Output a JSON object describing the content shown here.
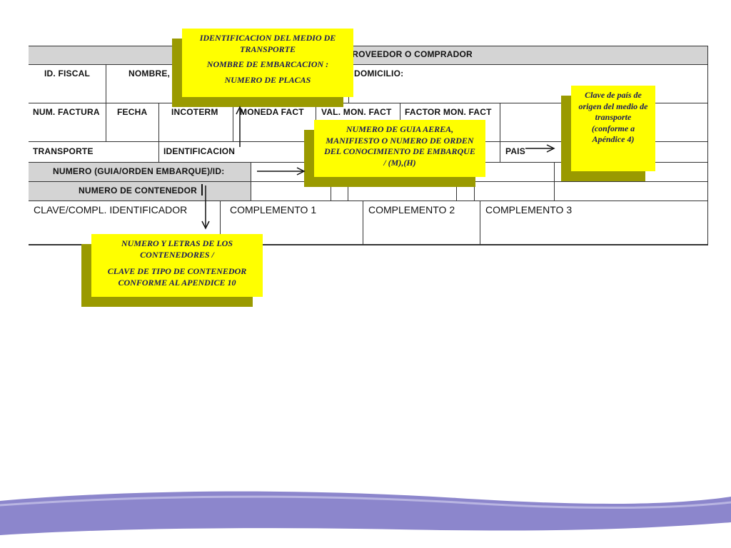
{
  "form": {
    "header_label": "PROVEEDOR O COMPRADOR",
    "row2": {
      "id_fiscal": "ID. FISCAL",
      "nombre": "NOMBRE, DENOMINACION O RAZON SOCIAL:",
      "domicilio": "DOMICILIO:"
    },
    "row3": {
      "num_factura": "NUM. FACTURA",
      "fecha": "FECHA",
      "incoterm": "INCOTERM",
      "moneda": "MONEDA FACT",
      "val_mon": "VAL. MON. FACT",
      "factor_mon": "FACTOR MON. FACT"
    },
    "row4": {
      "transporte": "TRANSPORTE",
      "identificacion": "IDENTIFICACION",
      "pais": "PAIS"
    },
    "row5": {
      "numero_guia": "NUMERO (GUIA/ORDEN EMBARQUE)/ID:"
    },
    "row6": {
      "numero_contenedor": "NUMERO DE CONTENEDOR"
    },
    "row7": {
      "clave": "CLAVE/COMPL. IDENTIFICADOR",
      "comp1": "COMPLEMENTO 1",
      "comp2": "COMPLEMENTO 2",
      "comp3": "COMPLEMENTO 3"
    }
  },
  "callouts": {
    "identificacion": {
      "line1": "IDENTIFICACION DEL MEDIO DE TRANSPORTE",
      "line2": "NOMBRE DE EMBARCACION :",
      "line3": "NUMERO DE PLACAS"
    },
    "guia": {
      "text": "NUMERO DE GUIA AEREA, MANIFIESTO O NUMERO DE ORDEN DEL CONOCIMIENTO DE EMBARQUE / (M),(H)"
    },
    "pais": {
      "text": "Clave de país de origen del medio de transporte (conforme a Apéndice 4)"
    },
    "contenedor": {
      "line1": "NUMERO Y LETRAS DE LOS CONTENEDORES /",
      "line2": "CLAVE DE TIPO DE CONTENEDOR CONFORME AL APENDICE 10"
    }
  },
  "colors": {
    "callout_fill": "#ffff00",
    "callout_shadow": "#9a9a00",
    "band_gray": "#d4d4d4",
    "wave": "#8c86cc"
  }
}
